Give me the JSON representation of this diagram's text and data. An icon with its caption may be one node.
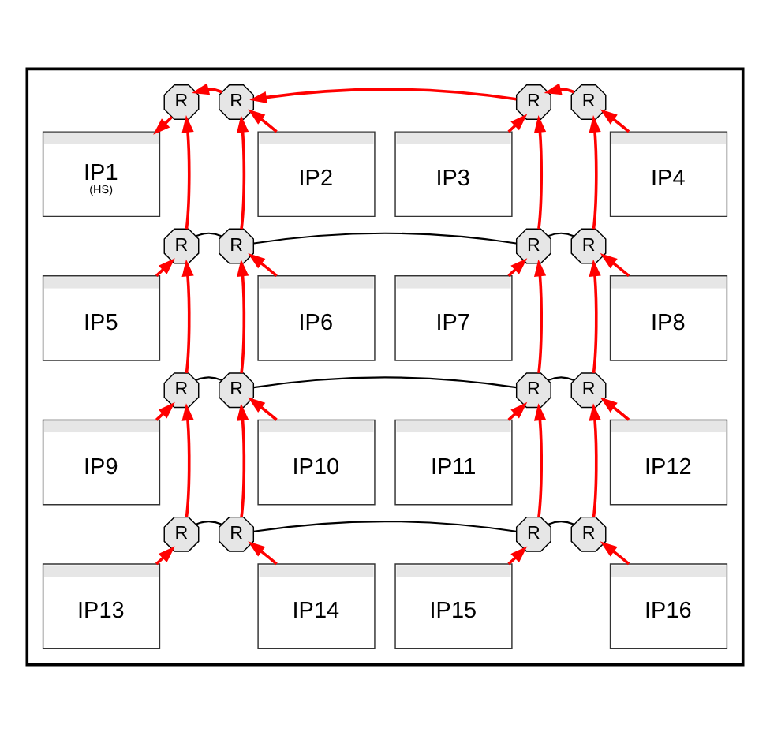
{
  "diagram": {
    "nodes": [
      {
        "text": [],
        "shape": "box"
      },
      {
        "text": [
          "R"
        ],
        "in": 0
      },
      {
        "text": [
          "R"
        ],
        "in": 0
      },
      {
        "text": [
          "R"
        ],
        "in": 0
      },
      {
        "text": [
          "R"
        ],
        "in": 0
      },
      {
        "text": [
          "IP1",
          "(HS)"
        ],
        "in": 0
      },
      {
        "text": [
          "IP2"
        ],
        "in": 0
      },
      {
        "text": [
          "IP3"
        ],
        "in": 0
      },
      {
        "text": [
          "IP4"
        ],
        "in": 0
      },
      {
        "text": [
          "R"
        ],
        "in": 0
      },
      {
        "text": [
          "R"
        ],
        "in": 0
      },
      {
        "text": [
          "R"
        ],
        "in": 0
      },
      {
        "text": [
          "R"
        ],
        "in": 0
      },
      {
        "text": [
          "IP5"
        ],
        "in": 0
      },
      {
        "text": [
          "IP6"
        ],
        "in": 0
      },
      {
        "text": [
          "IP7"
        ],
        "in": 0
      },
      {
        "text": [
          "IP8"
        ],
        "in": 0
      },
      {
        "text": [
          "R"
        ],
        "in": 0
      },
      {
        "text": [
          "R"
        ],
        "in": 0
      },
      {
        "text": [
          "R"
        ],
        "in": 0
      },
      {
        "text": [
          "R"
        ],
        "in": 0
      },
      {
        "text": [
          "IP9"
        ],
        "in": 0
      },
      {
        "text": [
          "IP10"
        ],
        "in": 0
      },
      {
        "text": [
          "IP11"
        ],
        "in": 0
      },
      {
        "text": [
          "IP12"
        ],
        "in": 0
      },
      {
        "text": [
          "R"
        ],
        "in": 0
      },
      {
        "text": [
          "R"
        ],
        "in": 0
      },
      {
        "text": [
          "R"
        ],
        "in": 0
      },
      {
        "text": [
          "R"
        ],
        "in": 0
      },
      {
        "text": [
          "IP13"
        ],
        "in": 0
      },
      {
        "text": [
          "IP14"
        ],
        "in": 0
      },
      {
        "text": [
          "IP15"
        ],
        "in": 0
      },
      {
        "text": [
          "IP16"
        ],
        "in": 0
      }
    ],
    "edges": [
      {
        "from": 2,
        "to": 1,
        "arrow": "to"
      },
      {
        "from": 3,
        "to": 2,
        "arrow": "to"
      },
      {
        "from": 4,
        "to": 3,
        "arrow": "to"
      },
      {
        "from": 1,
        "to": 5,
        "arrow": "to"
      },
      {
        "from": 6,
        "to": 2,
        "arrow": "to"
      },
      {
        "from": 7,
        "to": 3,
        "arrow": "to"
      },
      {
        "from": 8,
        "to": 4,
        "arrow": "to"
      },
      {
        "from": 9,
        "to": 1,
        "arrow": "to"
      },
      {
        "from": 10,
        "to": 2,
        "arrow": "to"
      },
      {
        "from": 11,
        "to": 3,
        "arrow": "to"
      },
      {
        "from": 12,
        "to": 4,
        "arrow": "to"
      },
      {
        "from": 9,
        "to": 10,
        "arrow": "none",
        "color": "#000000"
      },
      {
        "from": 10,
        "to": 11,
        "arrow": "none",
        "color": "#000000"
      },
      {
        "from": 11,
        "to": 12,
        "arrow": "none",
        "color": "#000000"
      },
      {
        "from": 13,
        "to": 9,
        "arrow": "to"
      },
      {
        "from": 14,
        "to": 10,
        "arrow": "to"
      },
      {
        "from": 15,
        "to": 11,
        "arrow": "to"
      },
      {
        "from": 16,
        "to": 12,
        "arrow": "to"
      },
      {
        "from": 17,
        "to": 9,
        "arrow": "to"
      },
      {
        "from": 18,
        "to": 10,
        "arrow": "to"
      },
      {
        "from": 19,
        "to": 11,
        "arrow": "to"
      },
      {
        "from": 20,
        "to": 12,
        "arrow": "to"
      },
      {
        "from": 17,
        "to": 18,
        "arrow": "none",
        "color": "#000000"
      },
      {
        "from": 18,
        "to": 19,
        "arrow": "none",
        "color": "#000000"
      },
      {
        "from": 19,
        "to": 20,
        "arrow": "none",
        "color": "#000000"
      },
      {
        "from": 21,
        "to": 17,
        "arrow": "to"
      },
      {
        "from": 22,
        "to": 18,
        "arrow": "to"
      },
      {
        "from": 23,
        "to": 19,
        "arrow": "to"
      },
      {
        "from": 24,
        "to": 20,
        "arrow": "to"
      },
      {
        "from": 25,
        "to": 17,
        "arrow": "to"
      },
      {
        "from": 26,
        "to": 18,
        "arrow": "to"
      },
      {
        "from": 27,
        "to": 19,
        "arrow": "to"
      },
      {
        "from": 28,
        "to": 20,
        "arrow": "to"
      },
      {
        "from": 25,
        "to": 26,
        "arrow": "none",
        "color": "#000000"
      },
      {
        "from": 26,
        "to": 27,
        "arrow": "none",
        "color": "#000000"
      },
      {
        "from": 27,
        "to": 28,
        "arrow": "none",
        "color": "#000000"
      },
      {
        "from": 29,
        "to": 25,
        "arrow": "to"
      },
      {
        "from": 30,
        "to": 26,
        "arrow": "to"
      },
      {
        "from": 31,
        "to": 27,
        "arrow": "to"
      },
      {
        "from": 32,
        "to": 28,
        "arrow": "to"
      }
    ]
  }
}
